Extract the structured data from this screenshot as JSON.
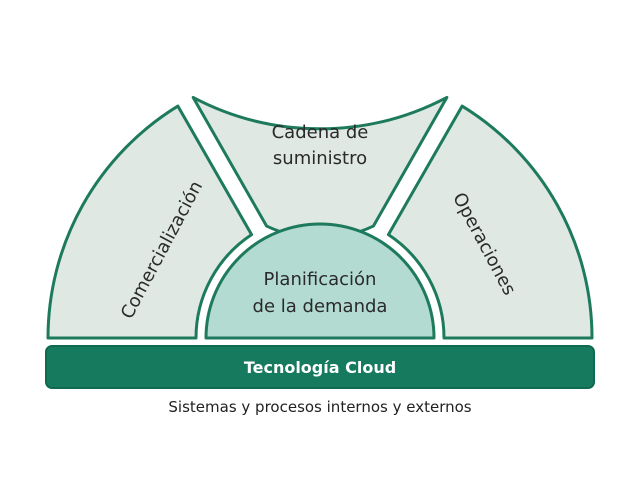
{
  "segments": {
    "left": "Comercialización",
    "top_line1": "Cadena de",
    "top_line2": "suministro",
    "right": "Operaciones",
    "center_line1": "Planificación",
    "center_line2": "de la demanda"
  },
  "base_bar": "Tecnología Cloud",
  "caption": "Sistemas y procesos internos y externos",
  "colors": {
    "outer_fill": "#dfe8e3",
    "inner_fill": "#b3dbd2",
    "stroke": "#1d7a5c",
    "bar": "#167a5f"
  }
}
